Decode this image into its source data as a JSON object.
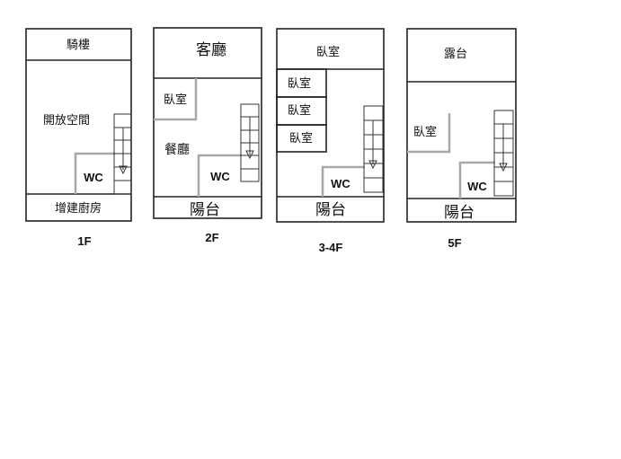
{
  "floors": [
    {
      "level": "1F",
      "rooms": {
        "top": "騎樓",
        "main": "開放空間",
        "wc": "WC",
        "bottom": "增建廚房"
      }
    },
    {
      "level": "2F",
      "rooms": {
        "top": "客廳",
        "bedroom": "臥室",
        "dining": "餐廳",
        "wc": "WC",
        "bottom": "陽台"
      }
    },
    {
      "level": "3-4F",
      "rooms": {
        "top": "臥室",
        "bedroom1": "臥室",
        "bedroom2": "臥室",
        "bedroom3": "臥室",
        "wc": "WC",
        "bottom": "陽台"
      }
    },
    {
      "level": "5F",
      "rooms": {
        "top": "露台",
        "bedroom": "臥室",
        "wc": "WC",
        "bottom": "陽台"
      }
    }
  ]
}
